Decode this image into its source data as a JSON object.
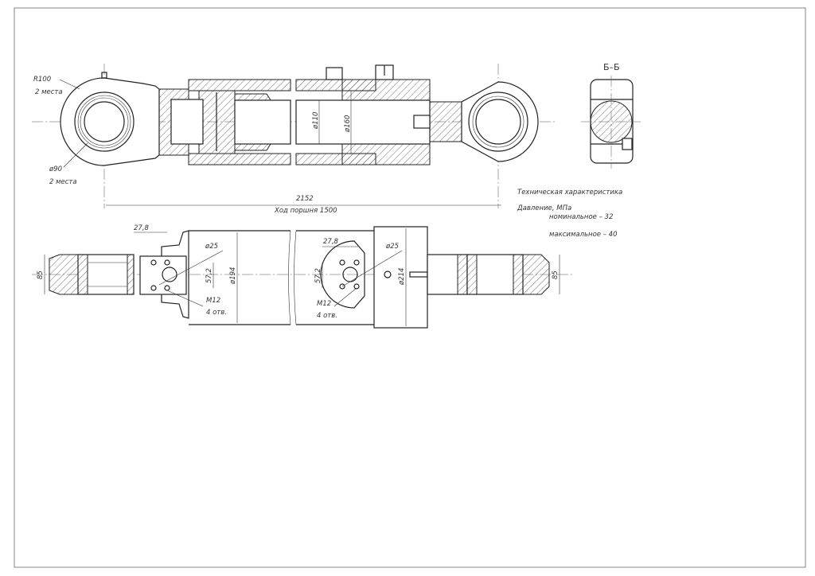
{
  "top_view": {
    "radius_label": "R100",
    "radius_qty": "2 места",
    "bore_label": "ø90",
    "bore_qty": "2 места",
    "rod_dia": "ø110",
    "piston_dia": "ø160",
    "overall_length": "2152",
    "stroke_label": "Ход поршня 1500"
  },
  "section": {
    "title": "Б–Б"
  },
  "bottom_view": {
    "left_spacing": "27,8",
    "left_port_dia": "ø25",
    "left_height": "57,2",
    "tube_dia": "ø194",
    "left_thread": "M12",
    "left_holes": "4 отв.",
    "right_spacing": "27,8",
    "right_height": "57,2",
    "right_thread": "M12",
    "right_holes": "4 отв.",
    "right_port_dia": "ø25",
    "flange_dia": "ø214",
    "left_eye_width": "85",
    "right_eye_width": "85"
  },
  "specs": {
    "title": "Техническая характеристика",
    "pressure_label": "Давление, МПа",
    "nominal": "номинальное  –  32",
    "maximum": "максимальное – 40"
  }
}
